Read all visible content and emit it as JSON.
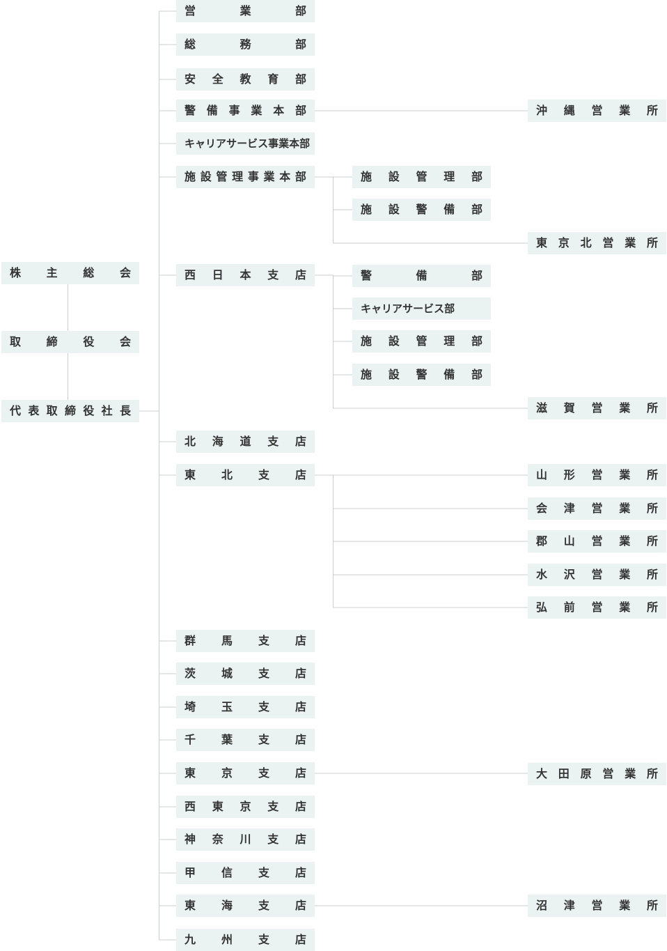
{
  "colors": {
    "box_bg": "#eaf3f1",
    "line": "#c8cfcd",
    "text": "#333333"
  },
  "top_chain": [
    "株主総会",
    "取締役会",
    "代表取締役社長"
  ],
  "departments": [
    {
      "id": "d0",
      "label": "営業部"
    },
    {
      "id": "d1",
      "label": "総務部"
    },
    {
      "id": "d2",
      "label": "安全教育部"
    },
    {
      "id": "d3",
      "label": "警備事業本部"
    },
    {
      "id": "d4",
      "label": "キャリアサービス事業本部"
    },
    {
      "id": "d5",
      "label": "施設管理事業本部"
    },
    {
      "id": "d6",
      "label": "西日本支店"
    },
    {
      "id": "d7",
      "label": "北海道支店"
    },
    {
      "id": "d8",
      "label": "東北支店"
    },
    {
      "id": "d9",
      "label": "群馬支店"
    },
    {
      "id": "d10",
      "label": "茨城支店"
    },
    {
      "id": "d11",
      "label": "埼玉支店"
    },
    {
      "id": "d12",
      "label": "千葉支店"
    },
    {
      "id": "d13",
      "label": "東京支店"
    },
    {
      "id": "d14",
      "label": "西東京支店"
    },
    {
      "id": "d15",
      "label": "神奈川支店"
    },
    {
      "id": "d16",
      "label": "甲信支店"
    },
    {
      "id": "d17",
      "label": "東海支店"
    },
    {
      "id": "d18",
      "label": "九州支店"
    }
  ],
  "sub_units": [
    {
      "id": "s0",
      "parent": "d5",
      "label": "施設管理部"
    },
    {
      "id": "s1",
      "parent": "d5",
      "label": "施設警備部"
    },
    {
      "id": "s2",
      "parent": "d6",
      "label": "警備部"
    },
    {
      "id": "s3",
      "parent": "d6",
      "label": "キャリアサービス部"
    },
    {
      "id": "s4",
      "parent": "d6",
      "label": "施設管理部"
    },
    {
      "id": "s5",
      "parent": "d6",
      "label": "施設警備部"
    }
  ],
  "offices": [
    {
      "id": "o0",
      "parent": "d3",
      "label": "沖縄営業所"
    },
    {
      "id": "o1",
      "parent": "d5",
      "label": "東京北営業所"
    },
    {
      "id": "o2",
      "parent": "d6",
      "label": "滋賀営業所"
    },
    {
      "id": "o3",
      "parent": "d8",
      "label": "山形営業所"
    },
    {
      "id": "o4",
      "parent": "d8",
      "label": "会津営業所"
    },
    {
      "id": "o5",
      "parent": "d8",
      "label": "郡山営業所"
    },
    {
      "id": "o6",
      "parent": "d8",
      "label": "水沢営業所"
    },
    {
      "id": "o7",
      "parent": "d8",
      "label": "弘前営業所"
    },
    {
      "id": "o8",
      "parent": "d13",
      "label": "大田原営業所"
    },
    {
      "id": "o9",
      "parent": "d17",
      "label": "沼津営業所"
    }
  ]
}
